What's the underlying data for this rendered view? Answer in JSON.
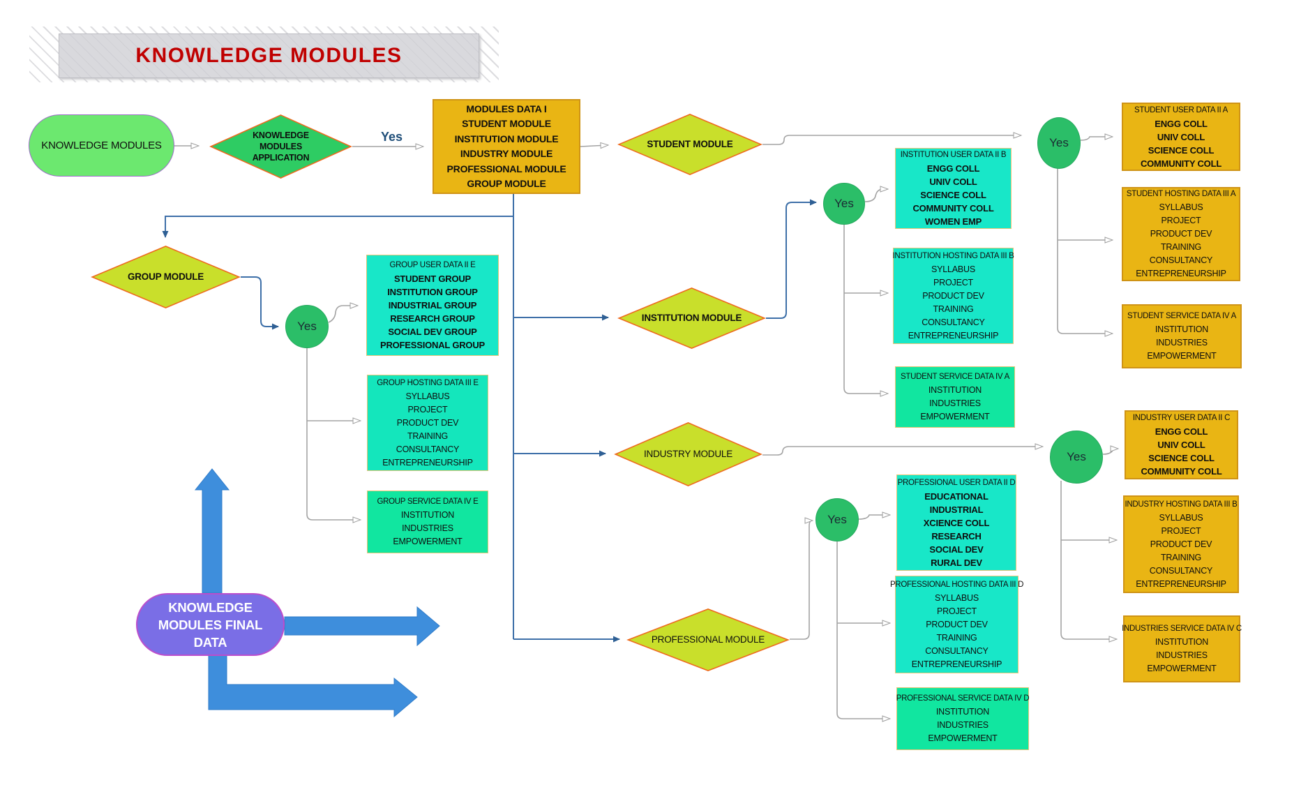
{
  "title": "KNOWLEDGE MODULES",
  "labels": {
    "yes": "Yes"
  },
  "nodes": {
    "start": {
      "label": "KNOWLEDGE MODULES"
    },
    "application": {
      "label": "KNOWLEDGE MODULES APPLICATION"
    },
    "modules_data": {
      "title": "MODULES DATA I",
      "items": "STUDENT MODULE\nINSTITUTION MODULE\nINDUSTRY MODULE\nPROFESSIONAL MODULE\nGROUP MODULE"
    },
    "student_module": {
      "label": "STUDENT MODULE"
    },
    "institution_module": {
      "label": "INSTITUTION MODULE"
    },
    "industry_module": {
      "label": "INDUSTRY MODULE"
    },
    "professional_module": {
      "label": "PROFESSIONAL MODULE"
    },
    "group_module": {
      "label": "GROUP MODULE"
    },
    "student_user": {
      "title": "STUDENT USER DATA II A",
      "items": "ENGG COLL\nUNIV COLL\nSCIENCE COLL\nCOMMUNITY COLL"
    },
    "student_hosting": {
      "title": "STUDENT HOSTING DATA III A",
      "items": "SYLLABUS\nPROJECT\nPRODUCT DEV\nTRAINING\nCONSULTANCY\nENTREPRENEURSHIP"
    },
    "student_service": {
      "title": "STUDENT SERVICE DATA IV A",
      "items": "INSTITUTION\nINDUSTRIES\nEMPOWERMENT"
    },
    "institution_user": {
      "title": "INSTITUTION USER DATA II B",
      "items": "ENGG COLL\nUNIV COLL\nSCIENCE COLL\nCOMMUNITY COLL\nWOMEN EMP"
    },
    "institution_hosting": {
      "title": "INSTITUTION HOSTING DATA III B",
      "items": "SYLLABUS\nPROJECT\nPRODUCT DEV\nTRAINING\nCONSULTANCY\nENTREPRENEURSHIP"
    },
    "student_service_iva": {
      "title": "STUDENT SERVICE DATA IV A",
      "items": "INSTITUTION\nINDUSTRIES\nEMPOWERMENT"
    },
    "industry_user": {
      "title": "INDUSTRY USER DATA II C",
      "items": "ENGG COLL\nUNIV COLL\nSCIENCE COLL\nCOMMUNITY COLL"
    },
    "industry_hosting": {
      "title": "INDUSTRY HOSTING DATA III B",
      "items": "SYLLABUS\nPROJECT\nPRODUCT DEV\nTRAINING\nCONSULTANCY\nENTREPRENEURSHIP"
    },
    "industries_service": {
      "title": "INDUSTRIES SERVICE DATA IV C",
      "items": "INSTITUTION\nINDUSTRIES\nEMPOWERMENT"
    },
    "professional_user": {
      "title": "PROFESSIONAL USER DATA II D",
      "items": "EDUCATIONAL\nINDUSTRIAL\nXCIENCE COLL\nRESEARCH\nSOCIAL DEV\nRURAL DEV"
    },
    "professional_hosting": {
      "title": "PROFESSIONAL HOSTING DATA III D",
      "items": "SYLLABUS\nPROJECT\nPRODUCT DEV\nTRAINING\nCONSULTANCY\nENTREPRENEURSHIP"
    },
    "professional_service": {
      "title": "PROFESSIONAL SERVICE DATA IV D",
      "items": "INSTITUTION\nINDUSTRIES\nEMPOWERMENT"
    },
    "group_user": {
      "title": "GROUP USER DATA II E",
      "items": "STUDENT GROUP\nINSTITUTION GROUP\nINDUSTRIAL GROUP\nRESEARCH GROUP\nSOCIAL DEV GROUP\nPROFESSIONAL GROUP"
    },
    "group_hosting": {
      "title": "GROUP HOSTING DATA III E",
      "items": "SYLLABUS\nPROJECT\nPRODUCT DEV\nTRAINING\nCONSULTANCY\nENTREPRENEURSHIP"
    },
    "group_service": {
      "title": "GROUP SERVICE DATA IV E",
      "items": "INSTITUTION\nINDUSTRIES\nEMPOWERMENT"
    },
    "final_data": {
      "label": "KNOWLEDGE MODULES FINAL DATA"
    }
  },
  "colors": {
    "accent_orange_box": "#e9b514",
    "accent_cyan_box": "#18e7c8",
    "accent_mint_box": "#11e6a0",
    "diamond_fill": "#c9df2b",
    "diamond_border": "#ee6a1e",
    "app_diamond_fill": "#2ecc63",
    "yes_circle": "#2bbe68",
    "start_fill": "#6ce86f",
    "final_fill": "#7a6ee6",
    "arrow_blue": "#3e8edc",
    "connector_gray": "#a3a3a3",
    "connector_blue": "#3d6fa8",
    "title_red": "#c00000"
  }
}
